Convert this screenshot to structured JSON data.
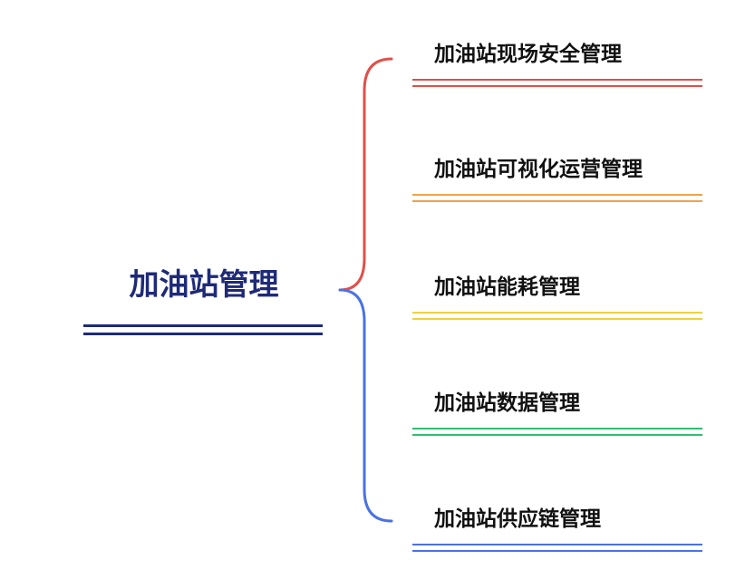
{
  "diagram": {
    "root": {
      "label": "加油站管理",
      "color": "#1e2a78"
    },
    "branches": [
      {
        "label": "加油站现场安全管理",
        "color": "#e0504a"
      },
      {
        "label": "加油站可视化运营管理",
        "color": "#f0a24a"
      },
      {
        "label": "加油站能耗管理",
        "color": "#ecd33a"
      },
      {
        "label": "加油站数据管理",
        "color": "#2fbf71"
      },
      {
        "label": "加油站供应链管理",
        "color": "#4a72e6"
      }
    ],
    "connector_colors": {
      "upper": "#e0504a",
      "lower": "#4a72e6"
    }
  }
}
